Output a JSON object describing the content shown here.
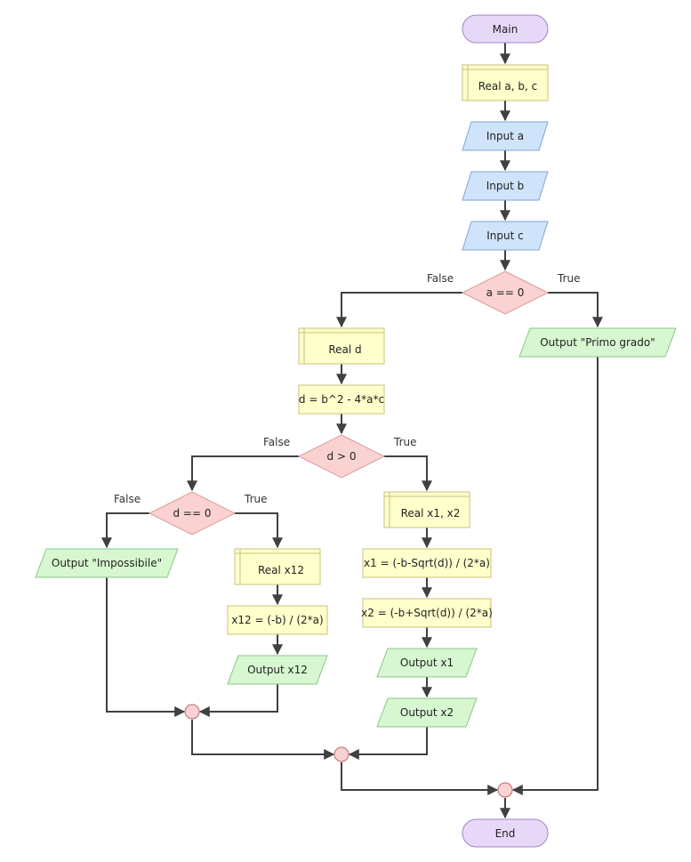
{
  "colors": {
    "terminal_fill": "#e8d8f8",
    "terminal_stroke": "#a184c7",
    "declare_fill": "#ffffcc",
    "declare_stroke": "#c8c07c",
    "input_fill": "#cfe3fb",
    "input_stroke": "#7fa6d6",
    "decision_fill": "#fbd2d2",
    "decision_stroke": "#d99a9a",
    "output_fill": "#d6f7d0",
    "output_stroke": "#8cc48a",
    "junction_fill": "#fbd2d2",
    "junction_stroke": "#b36b6b",
    "edge": "#404040"
  },
  "nodes": {
    "main": "Main",
    "declare_abc": "Real a, b, c",
    "input_a": "Input a",
    "input_b": "Input b",
    "input_c": "Input c",
    "dec_a_zero": "a == 0",
    "output_primo": "Output \"Primo grado\"",
    "declare_d": "Real d",
    "assign_d": "d = b^2 - 4*a*c",
    "dec_d_pos": "d > 0",
    "dec_d_zero": "d == 0",
    "output_impossibile": "Output \"Impossibile\"",
    "declare_x12": "Real x12",
    "assign_x12": "x12 = (-b) / (2*a)",
    "output_x12": "Output x12",
    "declare_x1x2": "Real x1, x2",
    "assign_x1": "x1 = (-b-Sqrt(d)) / (2*a)",
    "assign_x2": "x2 = (-b+Sqrt(d)) / (2*a)",
    "output_x1": "Output x1",
    "output_x2": "Output x2",
    "end": "End"
  },
  "branches": {
    "a_zero_false": "False",
    "a_zero_true": "True",
    "d_pos_false": "False",
    "d_pos_true": "True",
    "d_zero_false": "False",
    "d_zero_true": "True"
  }
}
